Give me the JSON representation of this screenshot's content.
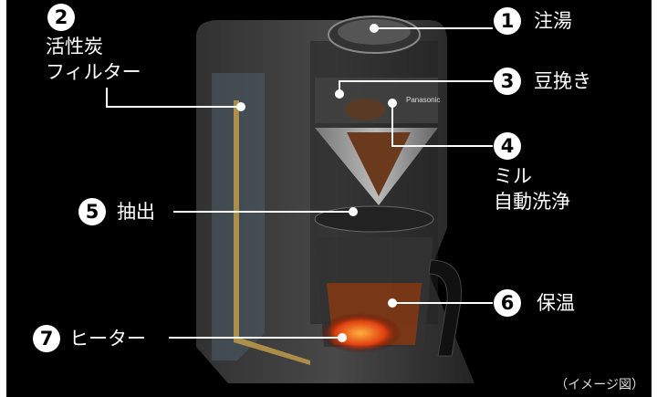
{
  "callouts": [
    {
      "number": "1",
      "label": "注湯"
    },
    {
      "number": "2",
      "label_line1": "活性炭",
      "label_line2": "フィルター"
    },
    {
      "number": "3",
      "label": "豆挽き"
    },
    {
      "number": "4",
      "label_line1": "ミル",
      "label_line2": "自動洗浄"
    },
    {
      "number": "5",
      "label": "抽出"
    },
    {
      "number": "6",
      "label": "保温"
    },
    {
      "number": "7",
      "label": "ヒーター"
    }
  ],
  "brand": "Panasonic",
  "caption": "（イメージ図）"
}
